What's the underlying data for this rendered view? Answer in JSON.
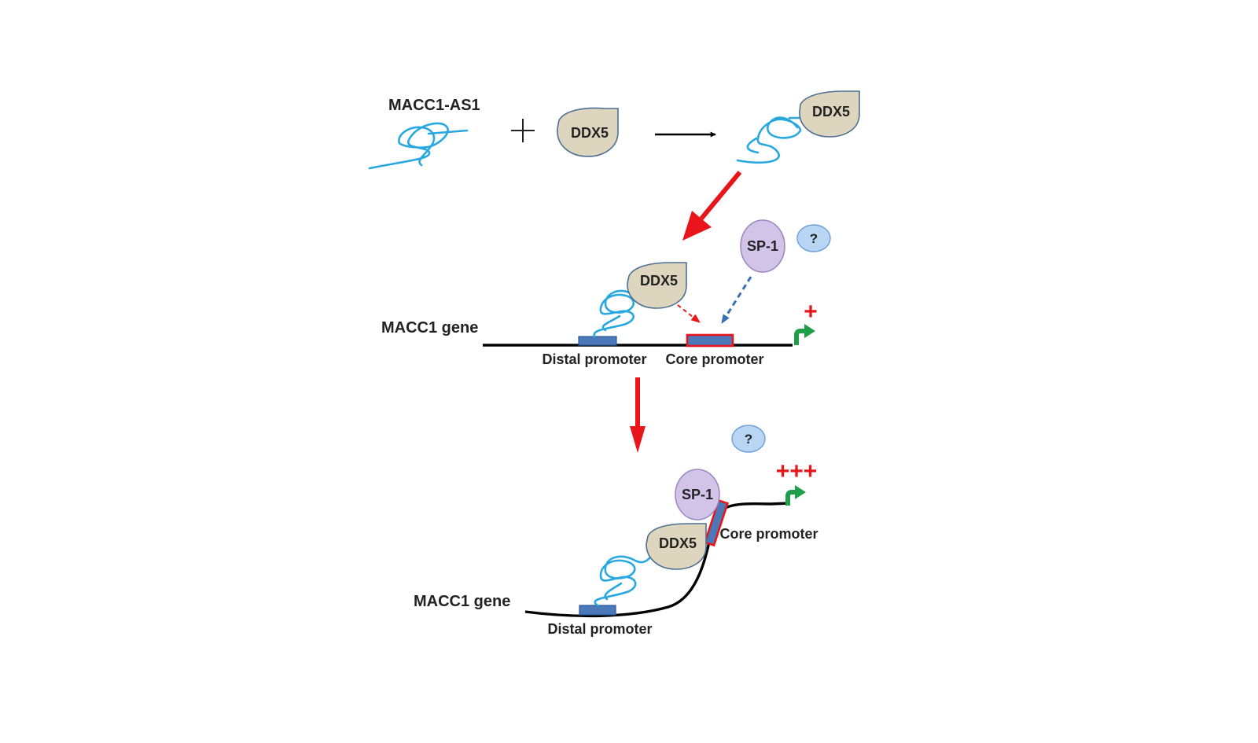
{
  "labels": {
    "lncrna": "MACC1-AS1",
    "ddx5": "DDX5",
    "sp1": "SP-1",
    "unknown": "?",
    "macc1_gene": "MACC1 gene",
    "distal_promoter": "Distal promoter",
    "core_promoter": "Core promoter",
    "activation_low": "+",
    "activation_high": "+++"
  },
  "colors": {
    "rna": "#27a8e0",
    "ddx5_fill": "#ddd5bd",
    "sp1_fill": "#d2c3e8",
    "unknown_fill": "#b9d5f4",
    "promoter_box": "#4b78b8",
    "core_promoter_border": "#e8161a",
    "arrow_red": "#e8161a",
    "arrow_blue_dashed": "#3a6fb4",
    "tss_arrow": "#1f9e4a",
    "plus_signs": "#e8161a"
  }
}
